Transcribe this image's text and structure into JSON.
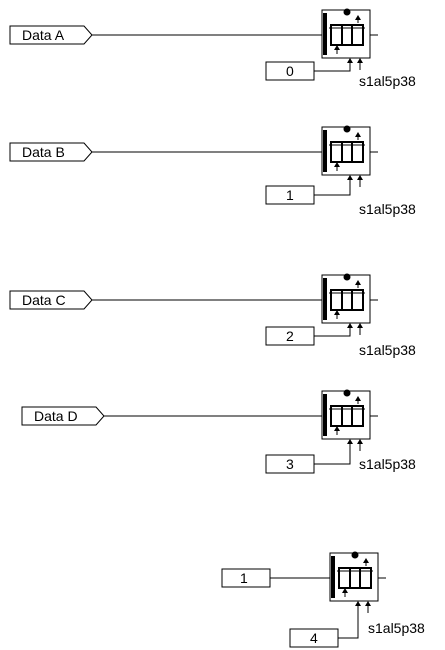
{
  "rows": [
    {
      "input_label": "Data A",
      "input_type": "port",
      "index_value": "0",
      "block_name": "s1al5p38"
    },
    {
      "input_label": "Data B",
      "input_type": "port",
      "index_value": "1",
      "block_name": "s1al5p38"
    },
    {
      "input_label": "Data C",
      "input_type": "port",
      "index_value": "2",
      "block_name": "s1al5p38"
    },
    {
      "input_label": "Data D",
      "input_type": "port",
      "index_value": "3",
      "block_name": "s1al5p38"
    },
    {
      "input_label": "1",
      "input_type": "constant",
      "index_value": "4",
      "block_name": "s1al5p38"
    }
  ]
}
